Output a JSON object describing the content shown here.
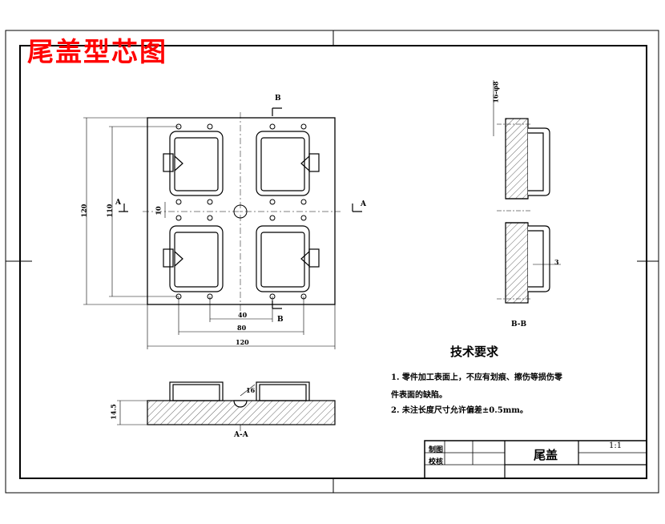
{
  "title": "尾盖型芯图",
  "tech": {
    "heading": "技术要求",
    "items": [
      "1. 零件加工表面上，不应有划痕、擦伤等损伤零",
      "件表面的缺陷。",
      "2. 未注长度尺寸允许偏差±0.5mm。"
    ]
  },
  "title_block": {
    "draw_label": "制图",
    "check_label": "校核",
    "part_name": "尾盖",
    "scale": "1:1"
  },
  "dims": {
    "d40": "40",
    "d80": "80",
    "d120": "120",
    "d120v": "120",
    "d110v": "110",
    "d10v": "10",
    "d14": "14.5",
    "d16": "16",
    "d3": "3",
    "bb_top": "16-φ8"
  },
  "labels": {
    "a_left": "A",
    "a_right": "A",
    "b_top": "B",
    "b_bottom": "B",
    "section_aa": "A-A",
    "section_bb": "B-B"
  }
}
